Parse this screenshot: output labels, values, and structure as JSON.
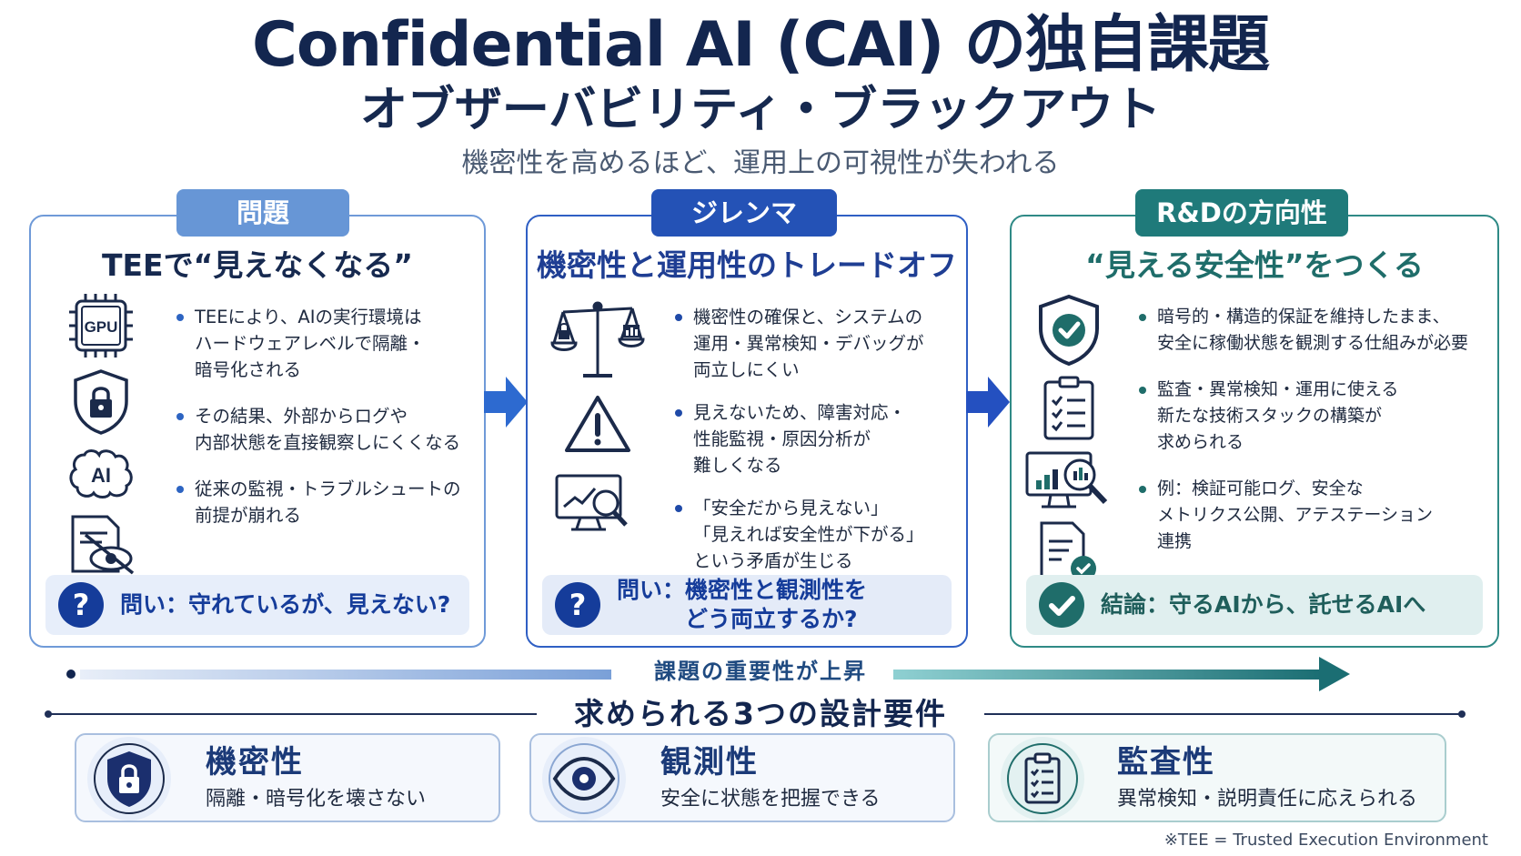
{
  "header": {
    "title": "Confidential AI (CAI) の独自課題",
    "subtitle": "オブザーバビリティ・ブラックアウト",
    "tagline": "機密性を高めるほど、運用上の可視性が失われる"
  },
  "panels": [
    {
      "tab": "問題",
      "heading": "TEEで“見えなくなる”",
      "icons": [
        "gpu-icon",
        "lock-shield-icon",
        "ai-brain-icon",
        "hidden-document-icon"
      ],
      "gpu_label": "GPU",
      "ai_label": "AI",
      "bullets": [
        "TEEにより、AIの実行環境は\nハードウェアレベルで隔離・\n暗号化される",
        "その結果、外部からログや\n内部状態を直接観察しにくくなる",
        "従来の監視・トラブルシュートの\n前提が崩れる"
      ],
      "question_icon": "?",
      "question": "問い：守れているが、見えない?"
    },
    {
      "tab": "ジレンマ",
      "heading": "機密性と運用性のトレードオフ",
      "icons": [
        "balance-scale-icon",
        "warning-icon",
        "monitor-search-icon"
      ],
      "bullets": [
        "機密性の確保と、システムの\n運用・異常検知・デバッグが\n両立しにくい",
        "見えないため、障害対応・\n性能監視・原因分析が\n難しくなる",
        "「安全だから見えない」\n「見えれば安全性が下がる」\nという矛盾が生じる"
      ],
      "question_icon": "?",
      "question": "問い：機密性と観測性を\n　　　どう両立するか?"
    },
    {
      "tab": "R&Dの方向性",
      "heading": "“見える安全性”をつくる",
      "icons": [
        "check-shield-icon",
        "checklist-icon",
        "analytics-monitor-icon",
        "certified-document-icon"
      ],
      "bullets": [
        "暗号的・構造的保証を維持したまま、\n安全に稼働状態を観測する仕組みが必要",
        "監査・異常検知・運用に使える\n新たな技術スタックの構築が\n求められる",
        "例：検証可能ログ、安全な\nメトリクス公開、アテステーション\n連携"
      ],
      "question_icon": "check-circle-icon",
      "question": "結論：守るAIから、託せるAIへ"
    }
  ],
  "progress_label": "課題の重要性が上昇",
  "requirements_title": "求められる3つの設計要件",
  "requirements": [
    {
      "name": "機密性",
      "desc": "隔離・暗号化を壊さない",
      "icon": "lock-shield-icon"
    },
    {
      "name": "観測性",
      "desc": "安全に状態を把握できる",
      "icon": "eye-icon"
    },
    {
      "name": "監査性",
      "desc": "異常検知・説明責任に応えられる",
      "icon": "clipboard-icon"
    }
  ],
  "footnote": "※TEE = Trusted Execution Environment",
  "colors": {
    "navy": "#13264f",
    "problem_blue": "#6796d6",
    "dilemma_blue": "#2452b6",
    "rd_teal": "#1f7a7a"
  }
}
